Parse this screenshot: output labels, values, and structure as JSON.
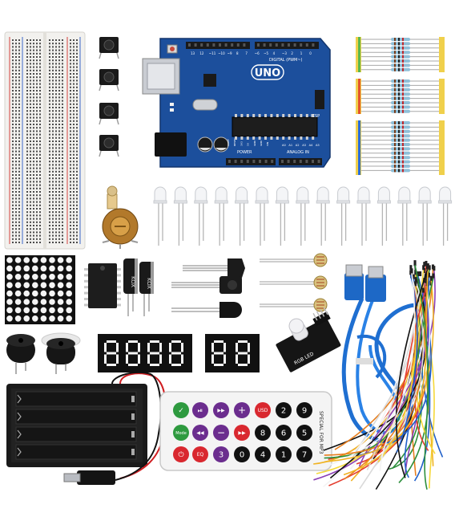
{
  "board": {
    "logo": "UNO",
    "digital_label": "DIGITAL (PWM~)",
    "power_label": "POWER",
    "analog_label": "ANALOG IN",
    "pin_numbers": [
      "13",
      "12",
      "~11",
      "~10",
      "~9",
      "8",
      "7",
      "~6",
      "~5",
      "4",
      "~3",
      "2",
      "1",
      "0"
    ],
    "power_pins": [
      "IOREF",
      "RESET",
      "3V3",
      "5V",
      "GND",
      "GND",
      "VIN"
    ],
    "analog_pins": [
      "A0",
      "A1",
      "A2",
      "A3",
      "A4",
      "A5"
    ],
    "icsp_label": "ICSP"
  },
  "capacitors": {
    "label": "KOX"
  },
  "remote": {
    "left_buttons": [
      "⏻",
      "Mode",
      "◀◀",
      "EQ"
    ],
    "top_buttons": [
      "⏯",
      "▶▶",
      "−",
      "+",
      "USD"
    ],
    "number_buttons": [
      "0",
      "1",
      "2",
      "3",
      "4",
      "5",
      "6",
      "7",
      "8",
      "9"
    ],
    "side_text": "SPECIAL FOR MP3"
  },
  "rgb_module": {
    "label": "RGB LED"
  },
  "colors": {
    "board_blue": "#1c4f9c",
    "remote_red": "#d9282f",
    "remote_green": "#2e9a3f",
    "remote_purple": "#6b2d8e",
    "cable_blue": "#1f6fd1",
    "resistor_tan": "#d9c39a"
  }
}
